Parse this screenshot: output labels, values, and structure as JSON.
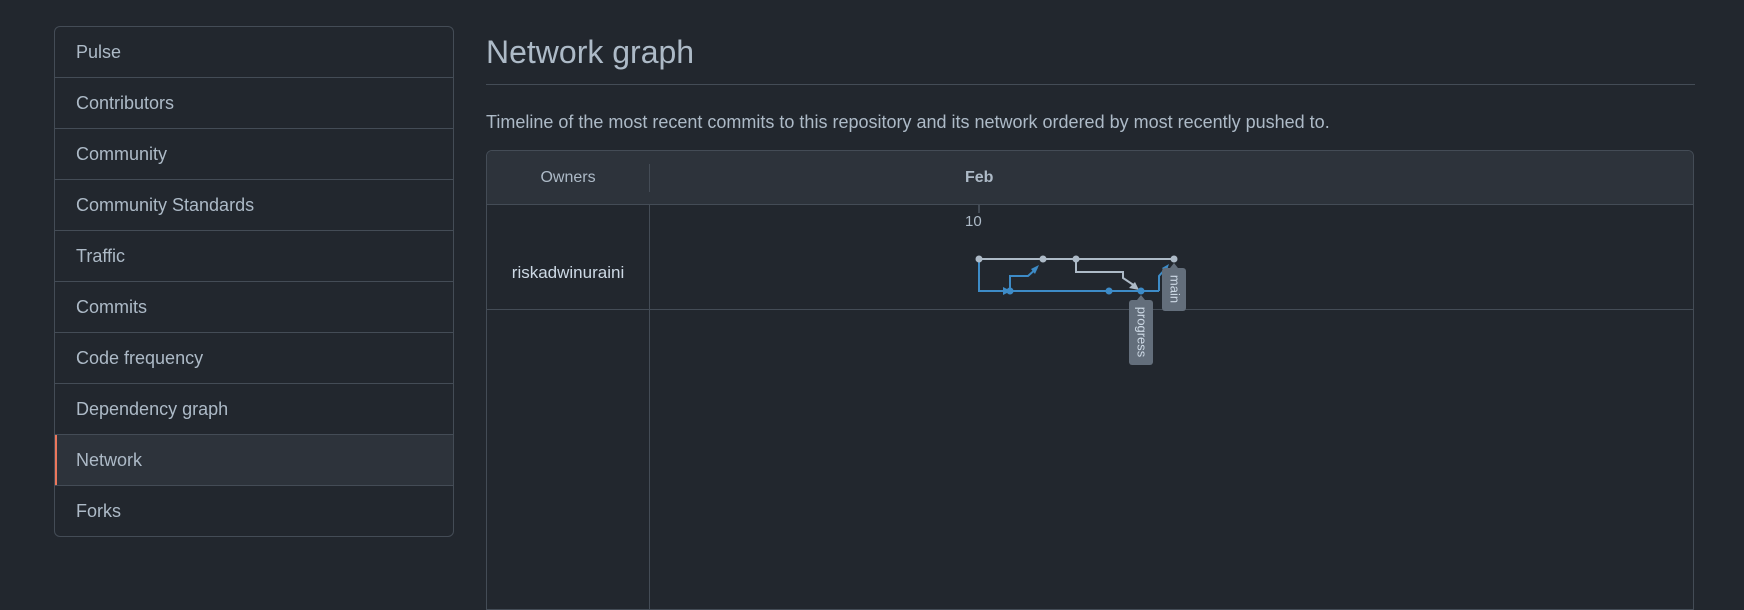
{
  "sidebar": {
    "items": [
      {
        "label": "Pulse",
        "selected": false
      },
      {
        "label": "Contributors",
        "selected": false
      },
      {
        "label": "Community",
        "selected": false
      },
      {
        "label": "Community Standards",
        "selected": false
      },
      {
        "label": "Traffic",
        "selected": false
      },
      {
        "label": "Commits",
        "selected": false
      },
      {
        "label": "Code frequency",
        "selected": false
      },
      {
        "label": "Dependency graph",
        "selected": false
      },
      {
        "label": "Network",
        "selected": true
      },
      {
        "label": "Forks",
        "selected": false
      }
    ]
  },
  "main": {
    "title": "Network graph",
    "description": "Timeline of the most recent commits to this repository and its network ordered by most recently pushed to."
  },
  "network": {
    "owners_header": "Owners",
    "month": "Feb",
    "day": "10",
    "owner": "riskadwinuraini",
    "branches": [
      {
        "name": "main",
        "color": "#adbac7"
      },
      {
        "name": "progress",
        "color": "#3d8bc7"
      }
    ]
  },
  "colors": {
    "background": "#22272e",
    "border": "#444c56",
    "selected_accent": "#ec775c",
    "branch_blue": "#3d8bc7",
    "branch_gray": "#adbac7",
    "label_bg": "#636e7b"
  }
}
